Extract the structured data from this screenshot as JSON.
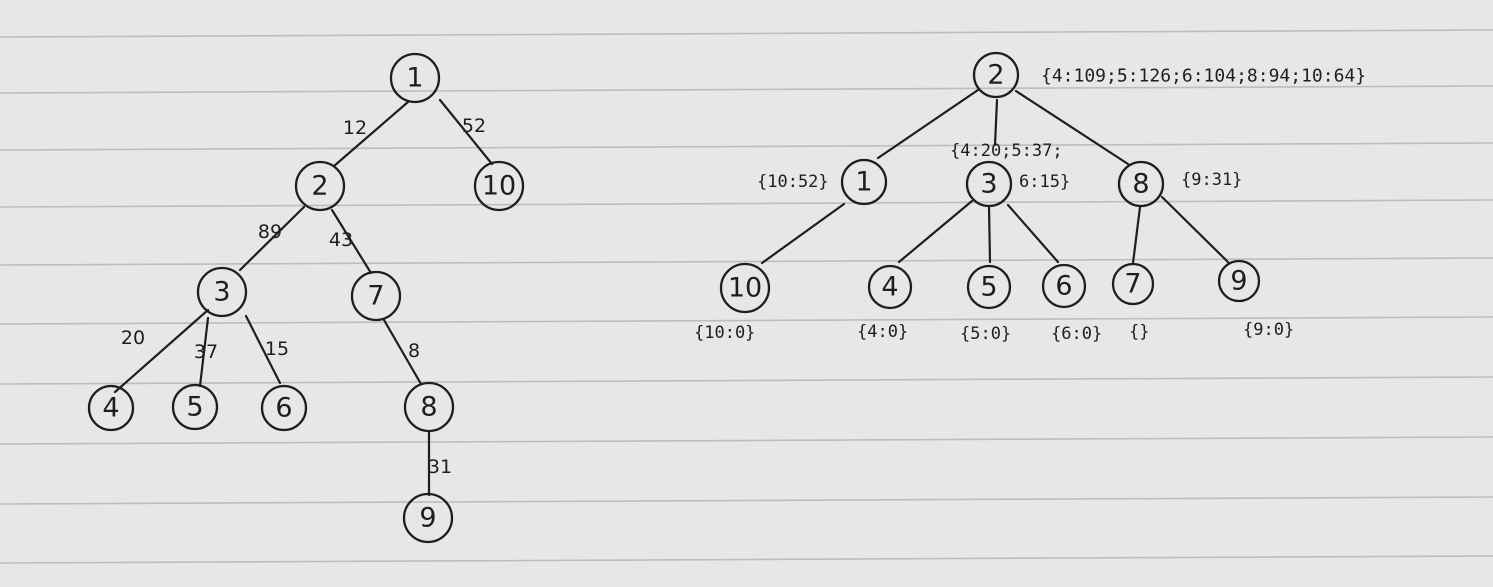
{
  "left_tree": {
    "nodes": [
      "1",
      "2",
      "10",
      "3",
      "7",
      "4",
      "5",
      "6",
      "8",
      "9"
    ],
    "edge_weights": [
      "12",
      "52",
      "89",
      "43",
      "20",
      "37",
      "15",
      "8",
      "31"
    ]
  },
  "right_tree": {
    "nodes": [
      "2",
      "1",
      "3",
      "8",
      "10",
      "4",
      "5",
      "6",
      "7",
      "9"
    ],
    "annotations": {
      "n2": "{4:109;5:126;6:104;8:94;10:64}",
      "n1": "{10:52}",
      "n3_line1": "{4:20;5:37;",
      "n3_line2": "6:15}",
      "n8": "{9:31}",
      "n10": "{10:0}",
      "n4": "{4:0}",
      "n5": "{5:0}",
      "n6": "{6:0}",
      "n7": "{}",
      "n9": "{9:0}"
    }
  }
}
